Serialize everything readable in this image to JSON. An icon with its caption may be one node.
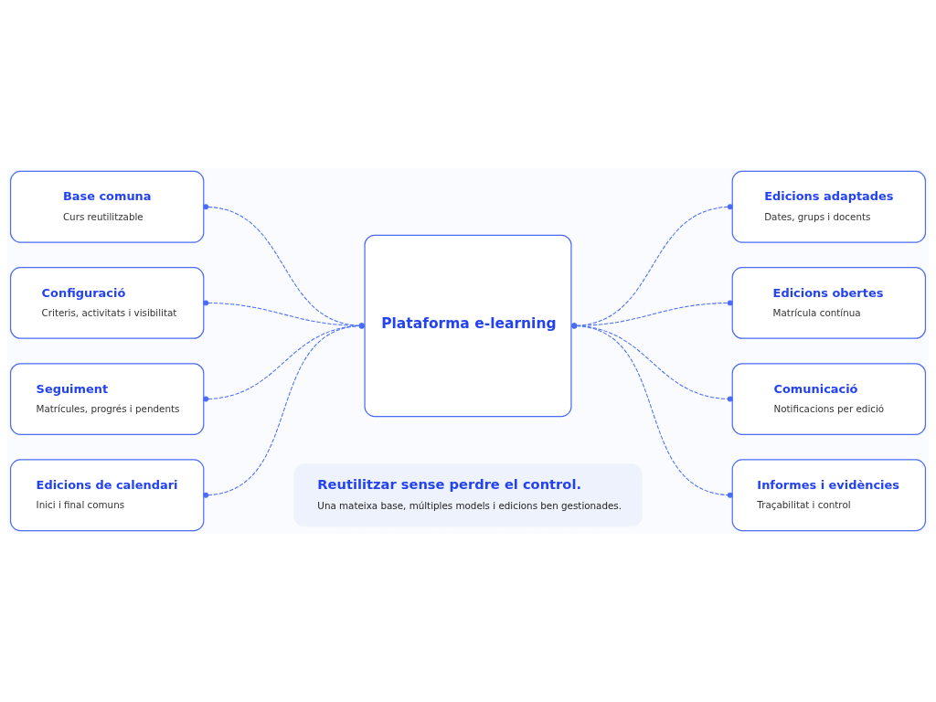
{
  "diagram": {
    "nodes": [
      {
        "text": [
          "Base comuna",
          "Curs reutilitzable"
        ]
      },
      {
        "text": [
          "Configuració",
          "Criteris, activitats i visibilitat"
        ]
      },
      {
        "text": [
          "Seguiment",
          "Matrícules, progrés i pendents"
        ]
      },
      {
        "text": [
          "Edicions de calendari",
          "Inici i final comuns"
        ]
      },
      {
        "text": [
          "Plataforma e-learning"
        ]
      },
      {
        "text": [
          "Edicions adaptades",
          "Dates, grups i docents"
        ]
      },
      {
        "text": [
          "Edicions obertes",
          "Matrícula contínua"
        ]
      },
      {
        "text": [
          "Comunicació",
          "Notificacions per edició"
        ]
      },
      {
        "text": [
          "Informes i evidències",
          "Traçabilitat i control"
        ]
      },
      {
        "text": [
          "Reutilitzar sense perdre el control.",
          "Una mateixa base, múltiples models i edicions ben gestionades."
        ]
      }
    ],
    "edges": [
      {
        "from": 0,
        "to": 4,
        "arrow": "other",
        "style": "dashed"
      },
      {
        "from": 1,
        "to": 4,
        "arrow": "other",
        "style": "dashed"
      },
      {
        "from": 2,
        "to": 4,
        "arrow": "other",
        "style": "dashed"
      },
      {
        "from": 3,
        "to": 4,
        "arrow": "other",
        "style": "dashed"
      },
      {
        "from": 4,
        "to": 5,
        "arrow": "other",
        "style": "dashed"
      },
      {
        "from": 4,
        "to": 6,
        "arrow": "other",
        "style": "dashed"
      },
      {
        "from": 4,
        "to": 7,
        "arrow": "other",
        "style": "dashed"
      },
      {
        "from": 4,
        "to": 8,
        "arrow": "other",
        "style": "dashed"
      }
    ]
  }
}
